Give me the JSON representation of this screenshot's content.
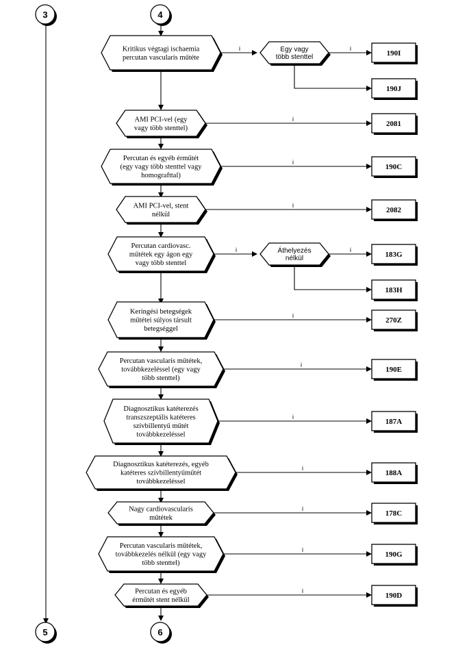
{
  "connectors": {
    "c3": "3",
    "c4": "4",
    "c5": "5",
    "c6": "6"
  },
  "edge_label": "i",
  "decisions": [
    {
      "lines": [
        "Kritikus végtagi ischaemia",
        "percutan vascularis műtéte"
      ]
    },
    {
      "lines": [
        "Egy vagy",
        "több stenttel"
      ]
    },
    {
      "lines": [
        "AMI PCI-vel (egy",
        "vagy több stenttel)"
      ]
    },
    {
      "lines": [
        "Percutan és egyéb érműtét",
        "(egy vagy több stenttel vagy",
        "homografttal)"
      ]
    },
    {
      "lines": [
        "AMI PCI-vel, stent",
        "nélkül"
      ]
    },
    {
      "lines": [
        "Percutan cardiovasc.",
        "műtétek egy ágon egy",
        "vagy több stenttel"
      ]
    },
    {
      "lines": [
        "Áthelyezés",
        "nélkül"
      ]
    },
    {
      "lines": [
        "Keringési betegségek",
        "műtétei súlyos társult",
        "betegséggel"
      ]
    },
    {
      "lines": [
        "Percutan vascularis műtétek,",
        "továbbkezeléssel (egy vagy",
        "több stenttel)"
      ]
    },
    {
      "lines": [
        "Diagnosztikus katéterezés",
        "transzszeptális katéteres",
        "szívbillentyű műtét",
        "továbbkezeléssel"
      ]
    },
    {
      "lines": [
        "Diagnosztikus katéterezés, egyéb",
        "katéteres szívbillentyűműtét",
        "továbbkezeléssel"
      ]
    },
    {
      "lines": [
        "Nagy cardiovascularis",
        "műtétek"
      ]
    },
    {
      "lines": [
        "Percutan vascularis műtétek,",
        "továbbkezelés nélkül (egy vagy",
        "több stenttel)"
      ]
    },
    {
      "lines": [
        "Percutan és egyéb",
        "érműtét stent nélkül"
      ]
    }
  ],
  "codes": [
    "190I",
    "190J",
    "2081",
    "190C",
    "2082",
    "183G",
    "183H",
    "270Z",
    "190E",
    "187A",
    "188A",
    "178C",
    "190G",
    "190D"
  ]
}
